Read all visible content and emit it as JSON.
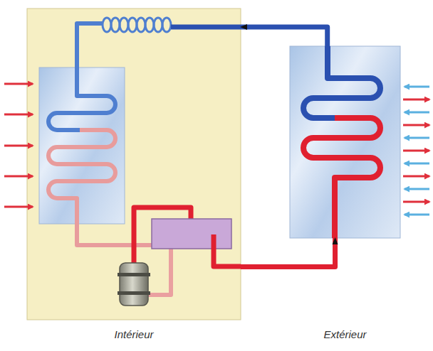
{
  "diagram": {
    "nodes": [
      {
        "text": [
          "Intérieur"
        ]
      },
      {
        "text": [
          "Extérieur"
        ]
      }
    ],
    "edges": [
      {
        "from": 1,
        "to": 0,
        "arrow": "to"
      },
      {
        "from": 0,
        "to": 1,
        "arrow": "to"
      }
    ]
  }
}
